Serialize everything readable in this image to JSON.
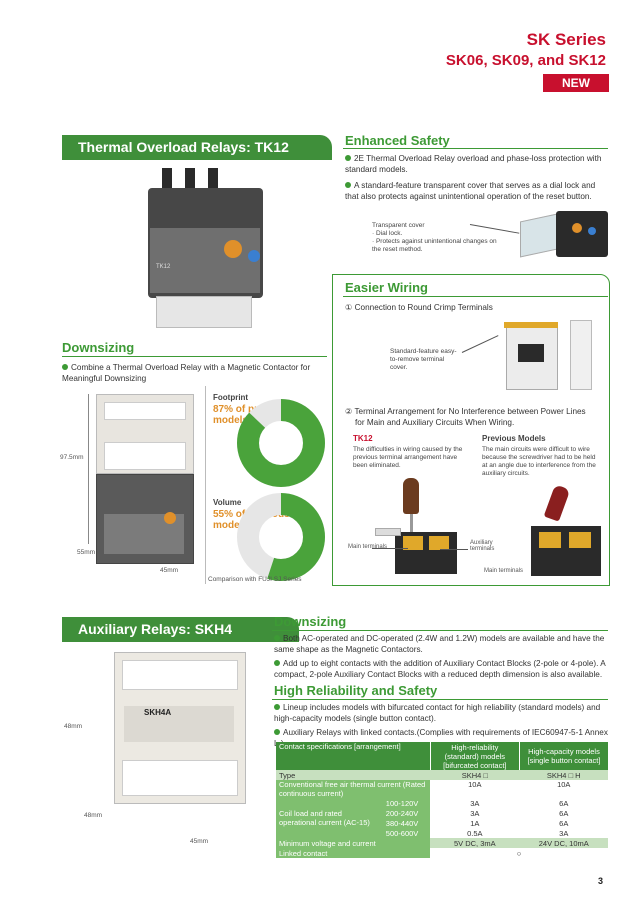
{
  "header": {
    "series_title": "SK Series",
    "models": "SK06, SK09, and SK12",
    "badge": "NEW"
  },
  "tk12": {
    "tab_title": "Thermal Overload Relays: TK12",
    "product_label": "TK12"
  },
  "enhanced_safety": {
    "title": "Enhanced Safety",
    "bullets": [
      "2E Thermal Overload Relay overload and phase-loss protection with standard models.",
      "A standard-feature transparent cover that serves as a dial lock and that also protects against unintentional operation of the reset button."
    ],
    "callout_title": "Transparent cover",
    "callout_items": [
      "· Dial lock.",
      "· Protects against unintentional changes on the reset method."
    ]
  },
  "easier_wiring": {
    "title": "Easier Wiring",
    "item1": "① Connection to Round Crimp Terminals",
    "callout": "Standard-feature easy-to-remove terminal cover.",
    "item2_line1": "② Terminal Arrangement for No Interference between Power Lines",
    "item2_line2": "for Main and Auxiliary Circuits When Wiring.",
    "tk12_heading": "TK12",
    "tk12_text": "The difficulties in wiring caused by the previous terminal arrangement have been eliminated.",
    "prev_heading": "Previous Models",
    "prev_text": "The main circuits were difficult to wire because the screwdriver had to be held at an angle due to interference from the auxiliary circuits.",
    "label_main1": "Main terminals",
    "label_aux": "Auxiliary terminals",
    "label_main2": "Main terminals"
  },
  "downsizing_top": {
    "title": "Downsizing",
    "bullet": "Combine a Thermal Overload Relay with a Magnetic Contactor for Meaningful Downsizing",
    "footprint_label": "Footprint",
    "footprint_value": "87% of previous models",
    "footprint_pct": 87,
    "volume_label": "Volume",
    "volume_value": "55% of previous models",
    "volume_pct": 55,
    "comparison_note": "Comparison with FUJI SJ Series",
    "dim_height": "97.5mm",
    "dim_depth": "55mm",
    "dim_width": "45mm"
  },
  "skh4": {
    "tab_title": "Auxiliary Relays: SKH4",
    "product_label": "SKH4A",
    "dim_height": "48mm",
    "dim_depth": "48mm",
    "dim_width": "45mm"
  },
  "downsizing_bottom": {
    "title": "Downsizing",
    "bullets": [
      "Both AC-operated and DC-operated (2.4W and 1.2W) models are available and have the same shape as the Magnetic Contactors.",
      "Add up to eight contacts with the addition of Auxiliary Contact Blocks (2-pole or 4-pole). A compact, 2-pole Auxiliary Contact Blocks with a reduced depth dimension is also available."
    ]
  },
  "reliability": {
    "title": "High Reliability and Safety",
    "bullets": [
      "Lineup includes models with bifurcated contact for high reliability (standard models) and high-capacity models (single button contact).",
      "Auxiliary Relays with linked contacts.(Complies with requirements of IEC60947-5-1 Annex L.)"
    ]
  },
  "spec_table": {
    "head_col1": "Contact specifications [arrangement]",
    "head_col2": "High-reliability (standard) models [bifurcated contact]",
    "head_col3": "High-capacity models [single button contact]",
    "type_label": "Type",
    "type_std": "SKH4 □",
    "type_hc": "SKH4 □ H",
    "thermal_label": "Conventional free air thermal current (Rated continuous current)",
    "thermal_std": "10A",
    "thermal_hc": "10A",
    "coil_label": "Coil load and rated operational current (AC-15)",
    "coil_rows": [
      {
        "v": "100-120V",
        "std": "3A",
        "hc": "6A"
      },
      {
        "v": "200-240V",
        "std": "3A",
        "hc": "6A"
      },
      {
        "v": "380-440V",
        "std": "1A",
        "hc": "6A"
      },
      {
        "v": "500-600V",
        "std": "0.5A",
        "hc": "3A"
      }
    ],
    "min_label": "Minimum voltage and current",
    "min_std": "5V DC, 3mA",
    "min_hc": "24V DC, 10mA",
    "linked_label": "Linked contact",
    "linked_val": "○"
  },
  "page_number": "3"
}
